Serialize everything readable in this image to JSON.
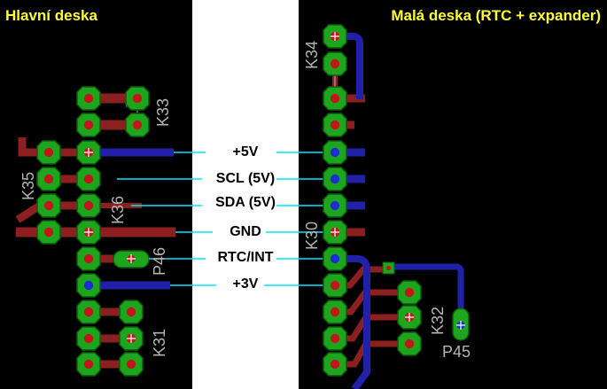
{
  "titles": {
    "left": "Hlavní deska",
    "right": "Malá deska (RTC + expander)"
  },
  "signals": [
    "+5V",
    "SCL (5V)",
    "SDA (5V)",
    "GND",
    "RTC/INT",
    "+3V"
  ],
  "labels": {
    "k33": "K33",
    "k35": "K35",
    "k36": "K36",
    "p46": "P46",
    "k31": "K31",
    "k34": "K34",
    "k30": "K30",
    "k32": "K32",
    "p45": "P45"
  },
  "colors": {
    "background": "#000000",
    "panel": "#ffffff",
    "pad": "#1ea51e",
    "pad_edge": "#0c5c0c",
    "bottom_trace": "#2121a8",
    "top_trace": "#8c1f1f",
    "via_top": "#c01818",
    "via_bottom": "#1a2fd0",
    "leader": "#00e5ff",
    "title": "#ffff33",
    "silk": "#b4b4b4"
  }
}
